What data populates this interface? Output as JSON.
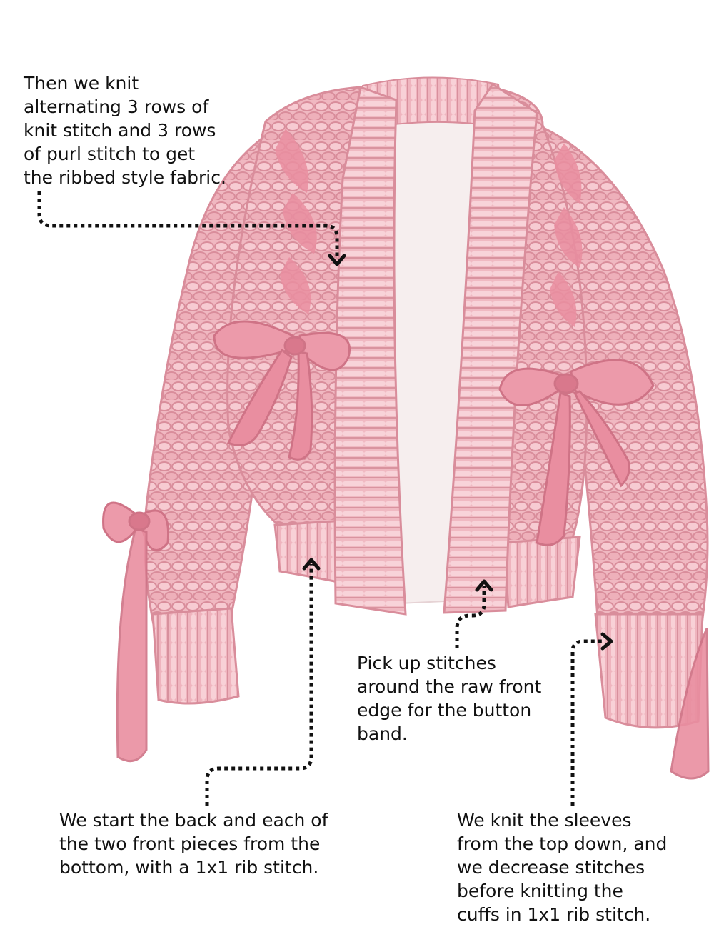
{
  "annotations": [
    {
      "text": "Then we knit\nalternating 3 rows of\nknit stitch and 3 rows\nof purl stitch to get\nthe ribbed style fabric.",
      "points_to": "ribbed front panel"
    },
    {
      "text": "Pick up stitches\naround the raw front\nedge for the button\nband.",
      "points_to": "button band"
    },
    {
      "text": "We start  the back and each of\nthe two front pieces from the\nbottom, with a 1x1 rib stitch.",
      "points_to": "bottom rib hem"
    },
    {
      "text": "We knit the sleeves\nfrom the top down, and\nwe decrease stitches\nbefore knitting the\ncuffs in 1x1 rib stitch.",
      "points_to": "sleeve cuff"
    }
  ],
  "illustration": {
    "subject": "watercolor pink chunky knit cardigan with ribbon bows",
    "colors": {
      "knit_main": "#f0b8c1",
      "knit_shadow": "#d98d9b",
      "ribbon": "#e98ea0",
      "lining": "#f6eeee",
      "line": "#111111"
    }
  }
}
